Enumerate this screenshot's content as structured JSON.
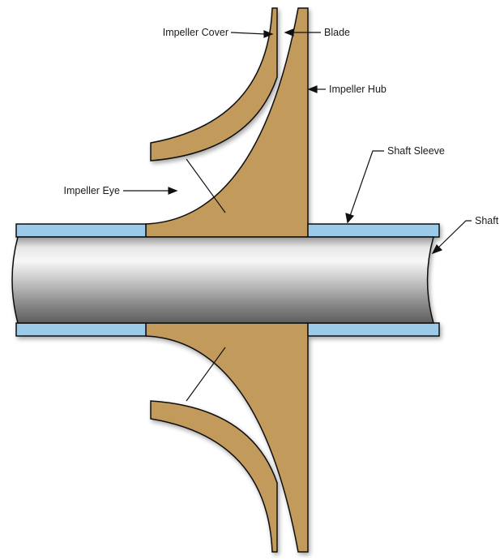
{
  "labels": {
    "impeller_cover": "Impeller Cover",
    "blade": "Blade",
    "impeller_hub": "Impeller Hub",
    "shaft_sleeve": "Shaft Sleeve",
    "shaft": "Shaft",
    "impeller_eye": "Impeller Eye"
  },
  "colors": {
    "impeller": "#c19a5b",
    "sleeve": "#9ccbea",
    "outline": "#111111",
    "shaft_light": "#f4f4f4",
    "shaft_dark": "#6e6e6e"
  }
}
